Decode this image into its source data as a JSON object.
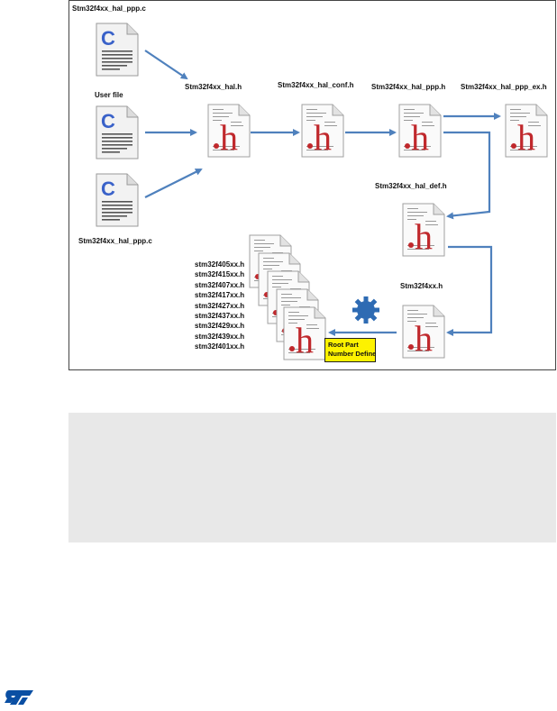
{
  "diagram": {
    "labels": {
      "top_c_file": "Stm32f4xx_hal_ppp.c",
      "user_file": "User file",
      "bottom_c_file": "Stm32f4xx_hal_ppp.c",
      "hal_h": "Stm32f4xx_hal.h",
      "hal_conf_h": "Stm32f4xx_hal_conf.h",
      "hal_ppp_h": "Stm32f4xx_hal_ppp.h",
      "hal_ppp_ex_h": "Stm32f4xx_hal_ppp_ex.h",
      "hal_def_h": "Stm32f4xx_hal_def.h",
      "stm32f4xx_h": "Stm32f4xx.h"
    },
    "device_headers": [
      "stm32f405xx.h",
      "stm32f415xx.h",
      "stm32f407xx.h",
      "stm32f417xx.h",
      "stm32f427xx.h",
      "stm32f437xx.h",
      "stm32f429xx.h",
      "stm32f439xx.h",
      "stm32f401xx.h"
    ],
    "note": {
      "line1": "Root Part",
      "line2": "Number Define"
    },
    "icons": {
      "c_file": "c-source-file-icon",
      "h_file": "h-header-file-icon",
      "gear": "gear-icon"
    },
    "colors": {
      "arrow": "#4f81bd",
      "h_letter": "#c0282c",
      "c_letter": "#3a62c9",
      "gear": "#2e6bb3",
      "note_bg": "#fdf200"
    }
  },
  "footer": {
    "logo": "ST"
  }
}
